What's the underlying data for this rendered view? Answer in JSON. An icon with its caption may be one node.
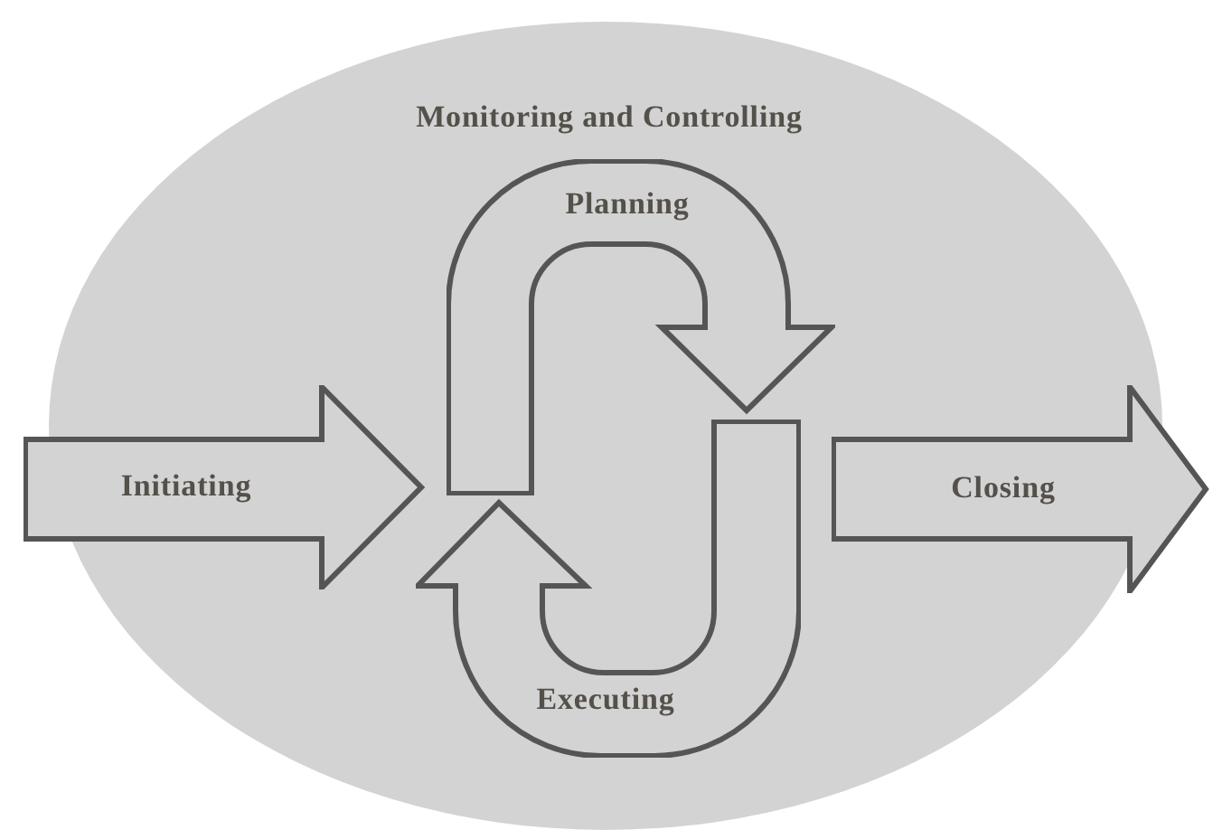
{
  "diagram": {
    "nodes": [
      {
        "text": [
          "Monitoring and Controlling"
        ]
      },
      {
        "text": [
          "Initiating"
        ]
      },
      {
        "text": [
          "Planning"
        ],
        "in": 0
      },
      {
        "text": [
          "Executing"
        ],
        "in": 0
      },
      {
        "text": [
          "Closing"
        ]
      }
    ]
  }
}
